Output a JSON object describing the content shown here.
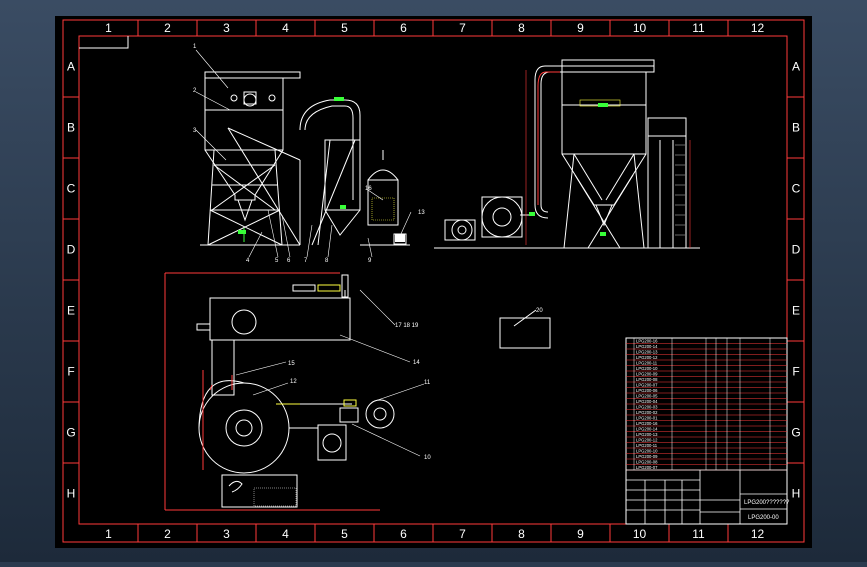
{
  "drawing": {
    "col_labels": [
      "1",
      "2",
      "3",
      "4",
      "5",
      "6",
      "7",
      "8",
      "9",
      "10",
      "11",
      "12"
    ],
    "row_labels": [
      "A",
      "B",
      "C",
      "D",
      "E",
      "F",
      "G",
      "H"
    ],
    "part_labels": [
      "1",
      "2",
      "3",
      "4",
      "5",
      "6",
      "7",
      "8",
      "9",
      "10",
      "11",
      "12",
      "13",
      "14",
      "15",
      "16",
      "17",
      "18",
      "19",
      "20"
    ],
    "callout_17_18_19": "17 18 19",
    "callout_20": "20",
    "title_block": {
      "drawing_no": "LPG200-00",
      "name": "LPG200???????",
      "row_codes": [
        "LPG200-16",
        "LPG200-14",
        "LPG200-13",
        "LPG200-12",
        "LPG200-11",
        "LPG200-10",
        "LPG200-09",
        "LPG200-08",
        "LPG200-07",
        "LPG200-06",
        "LPG200-05",
        "LPG200-04",
        "LPG200-03",
        "LPG200-02",
        "LPG200-01"
      ]
    }
  },
  "colors": {
    "frame": "#ff3a3a",
    "drawing": "#ffffff",
    "background": "#000000",
    "accent_green": "#38ff38",
    "accent_yellow": "#ffff40"
  }
}
